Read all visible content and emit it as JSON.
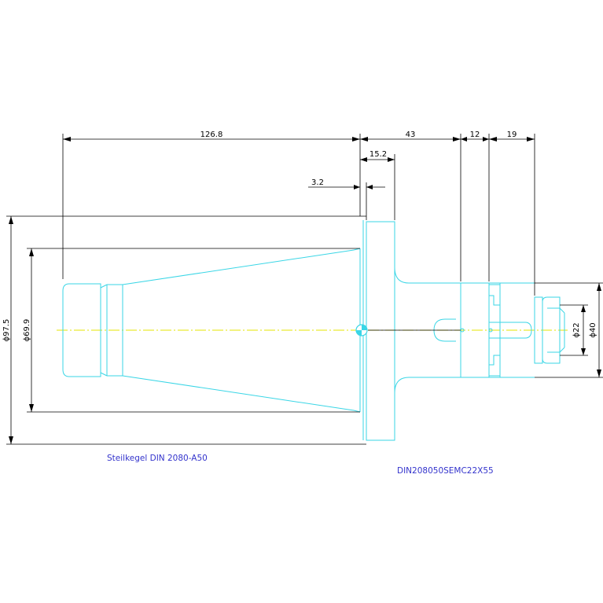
{
  "dimensions": {
    "d1": "126.8",
    "d2": "43",
    "d3": "12",
    "d4": "19",
    "d5": "15.2",
    "d6": "3.2",
    "dia1": "ϕ97.5",
    "dia2": "ϕ69.9",
    "dia3": "ϕ22",
    "dia4": "ϕ40"
  },
  "labels": {
    "left": "Steilkegel DIN 2080-A50",
    "right": "DIN208050SEMC22X55"
  },
  "colors": {
    "geometry": "#3ad6e6",
    "dimension": "#000000",
    "centerline": "#e6e600",
    "label": "#3333cc"
  }
}
